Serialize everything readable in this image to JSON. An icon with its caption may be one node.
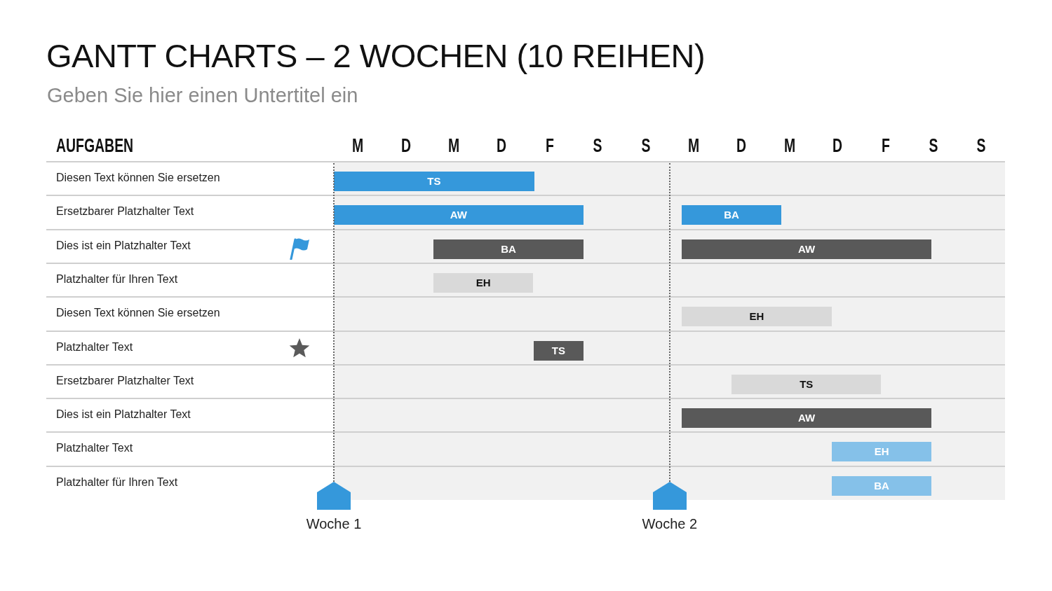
{
  "diagram": {
    "title": "GANTT CHARTS – 2 WOCHEN (10 REIHEN)",
    "nodes": [
      {
        "text": [
          "TS"
        ]
      },
      {
        "text": [
          "AW"
        ]
      },
      {
        "text": [
          "BA"
        ]
      },
      {
        "text": [
          "BA"
        ]
      },
      {
        "text": [
          "AW"
        ]
      },
      {
        "text": [
          "EH"
        ]
      },
      {
        "text": [
          "EH"
        ]
      },
      {
        "text": [
          "TS"
        ]
      },
      {
        "text": [
          "TS"
        ]
      },
      {
        "text": [
          "AW"
        ]
      },
      {
        "text": [
          "EH"
        ]
      },
      {
        "text": [
          "BA"
        ]
      },
      {
        "text": [],
        "shape": "pentagon",
        "beside": [
          "Woche 1"
        ]
      },
      {
        "text": [],
        "shape": "pentagon",
        "beside": [
          "Woche 2"
        ]
      }
    ],
    "labels": [
      "Geben Sie hier einen Untertitel ein",
      "AUFGABEN",
      "M",
      "D",
      "M",
      "D",
      "F",
      "S",
      "S",
      "M",
      "D",
      "M",
      "D",
      "F",
      "S",
      "S",
      "Diesen Text können Sie ersetzen",
      "Ersetzbarer Platzhalter Text",
      "Dies ist ein Platzhalter Text",
      "Platzhalter für Ihren Text",
      "Diesen Text können Sie ersetzen",
      "Platzhalter Text",
      "Ersetzbarer Platzhalter Text",
      "Dies ist ein Platzhalter Text",
      "Platzhalter Text",
      "Platzhalter für Ihren Text"
    ]
  }
}
